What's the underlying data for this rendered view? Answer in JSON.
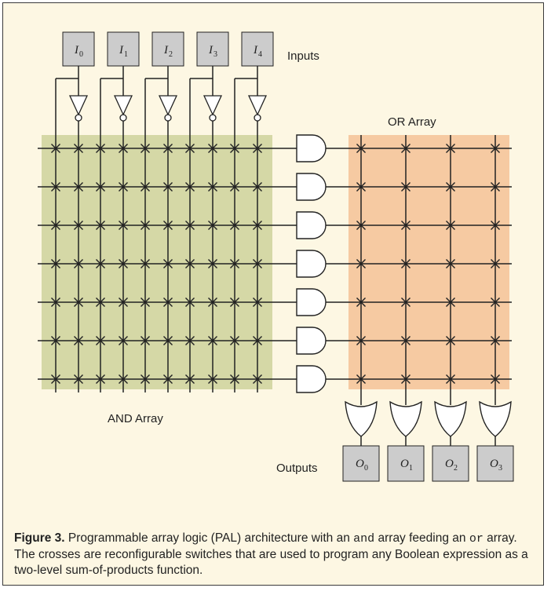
{
  "diagram": {
    "inputs_label": "Inputs",
    "or_array_label": "OR Array",
    "and_array_label": "AND Array",
    "outputs_label": "Outputs",
    "inputs": [
      {
        "symbol": "I",
        "sub": "0"
      },
      {
        "symbol": "I",
        "sub": "1"
      },
      {
        "symbol": "I",
        "sub": "2"
      },
      {
        "symbol": "I",
        "sub": "3"
      },
      {
        "symbol": "I",
        "sub": "4"
      }
    ],
    "outputs": [
      {
        "symbol": "O",
        "sub": "0"
      },
      {
        "symbol": "O",
        "sub": "1"
      },
      {
        "symbol": "O",
        "sub": "2"
      },
      {
        "symbol": "O",
        "sub": "3"
      }
    ],
    "and_gate_count": 7,
    "colors": {
      "background": "#fdf7e3",
      "and_array": "#d5d8a6",
      "or_array": "#f6caa2",
      "input_box": "#cccccc"
    }
  },
  "caption": {
    "figure": "Figure 3.",
    "part1": " Programmable array logic (PAL) architecture with an ",
    "code1": "and",
    "part2": " array feeding an ",
    "code2": "or",
    "part3": " array. The crosses are reconfigurable switches that are used to program any Boolean expression as a two-level sum-of-products function."
  }
}
